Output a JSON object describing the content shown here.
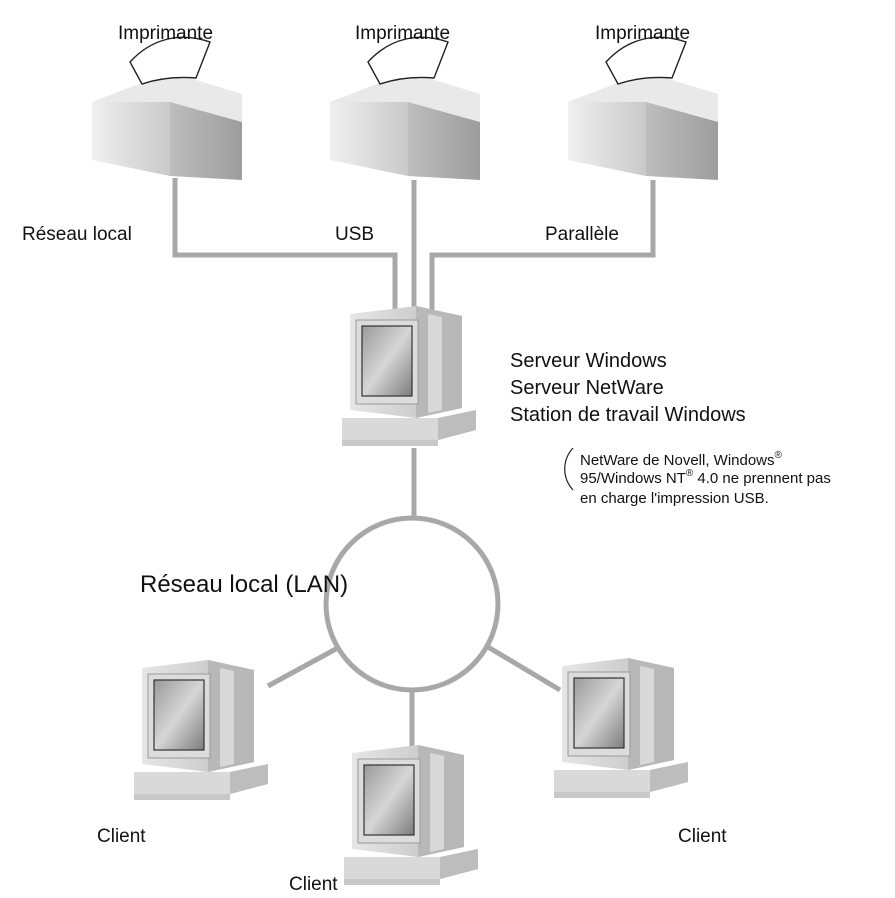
{
  "printers": [
    {
      "label": "Imprimante"
    },
    {
      "label": "Imprimante"
    },
    {
      "label": "Imprimante"
    }
  ],
  "connections": [
    {
      "label": "Réseau local"
    },
    {
      "label": "USB"
    },
    {
      "label": "Parallèle"
    }
  ],
  "server": {
    "lines": [
      "Serveur Windows",
      "Serveur NetWare",
      "Station de travail Windows"
    ]
  },
  "note": {
    "line1": "NetWare de Novell, Windows",
    "line1_sup": "®",
    "line2a": "95/Windows NT",
    "line2_sup": "®",
    "line2b": " 4.0 ne prennent pas",
    "line3": "en charge l'impression USB."
  },
  "network": {
    "label": "Réseau local (LAN)"
  },
  "clients": [
    {
      "label": "Client"
    },
    {
      "label": "Client"
    },
    {
      "label": "Client"
    }
  ],
  "colors": {
    "wire": "#a8a8a8",
    "device_light": "#e8e8e8",
    "device_mid": "#cfcfcf",
    "device_dark": "#a9a9a9",
    "screen": "#6f6f6f"
  }
}
